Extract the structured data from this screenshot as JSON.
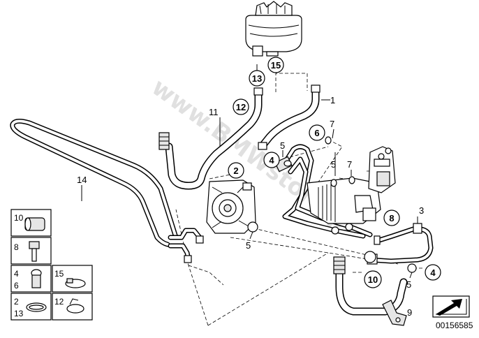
{
  "diagram": {
    "title": "Power steering hydraulic lines",
    "image_code": "00156585",
    "watermark": "www.BMWstore.pl",
    "callouts": {
      "c1": "1",
      "c2": "2",
      "c3": "3",
      "c4a": "4",
      "c4b": "4",
      "c5a": "5",
      "c5b": "5",
      "c5c": "5",
      "c5d": "5",
      "c6": "6",
      "c7a": "7",
      "c7b": "7",
      "c8": "8",
      "c9": "9",
      "c10": "10",
      "c11": "11",
      "c12": "12",
      "c13": "13",
      "c14": "14",
      "c15": "15"
    },
    "legend": {
      "cell1": "10",
      "cell2": "8",
      "cell3a": "4",
      "cell3b": "6",
      "cell4": "15",
      "cell5a": "2",
      "cell5b": "13",
      "cell6": "12"
    }
  }
}
